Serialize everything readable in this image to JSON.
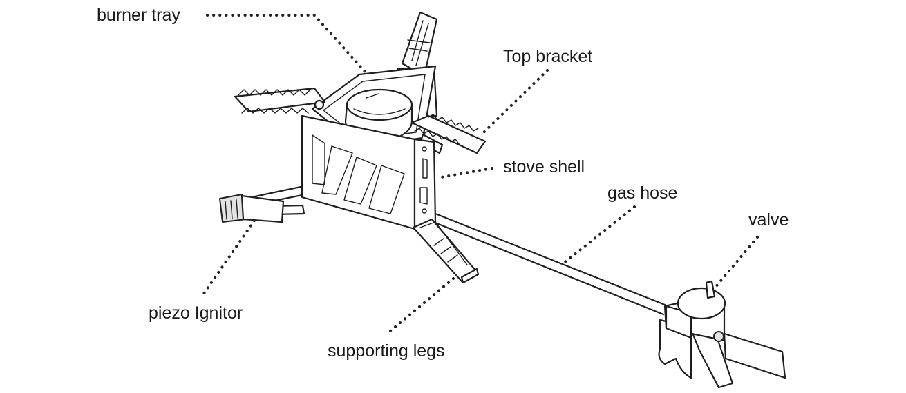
{
  "labels": {
    "burner_tray": "burner tray",
    "top_bracket": "Top bracket",
    "stove_shell": "stove shell",
    "gas_hose": "gas hose",
    "valve": "valve",
    "piezo_ignitor": "piezo Ignitor",
    "supporting_legs": "supporting legs"
  }
}
